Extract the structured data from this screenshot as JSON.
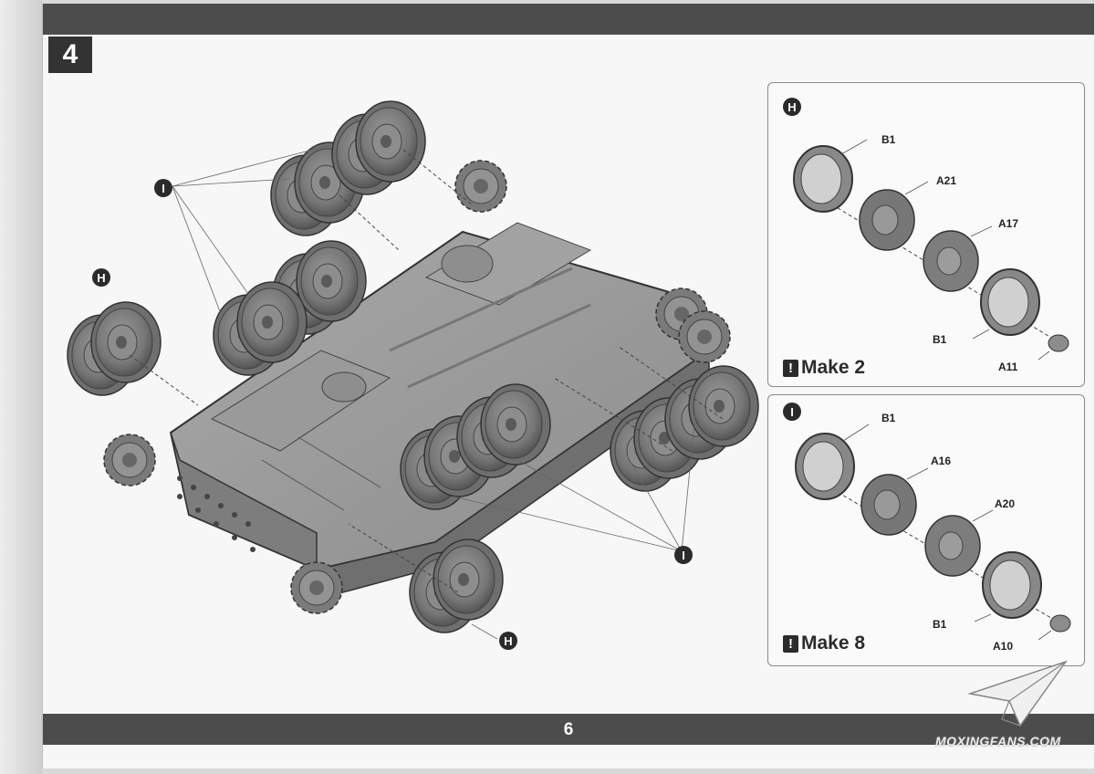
{
  "step": {
    "number": "4"
  },
  "page": {
    "number": "6"
  },
  "main": {
    "callouts": [
      {
        "id": "callout-I-top",
        "letter": "I"
      },
      {
        "id": "callout-H-left",
        "letter": "H"
      },
      {
        "id": "callout-H-bottom",
        "letter": "H"
      },
      {
        "id": "callout-I-right",
        "letter": "I"
      }
    ]
  },
  "subassemblies": [
    {
      "letter": "H",
      "make_label": "Make 2",
      "parts": [
        "B1",
        "A21",
        "A17",
        "B1",
        "A11"
      ]
    },
    {
      "letter": "I",
      "make_label": "Make 8",
      "parts": [
        "B1",
        "A16",
        "A20",
        "B1",
        "A10"
      ]
    }
  ],
  "watermark": {
    "text": "MOXINGFANS.COM"
  },
  "colors": {
    "bar": "#4c4c4c",
    "ink": "#2b2b2b"
  }
}
